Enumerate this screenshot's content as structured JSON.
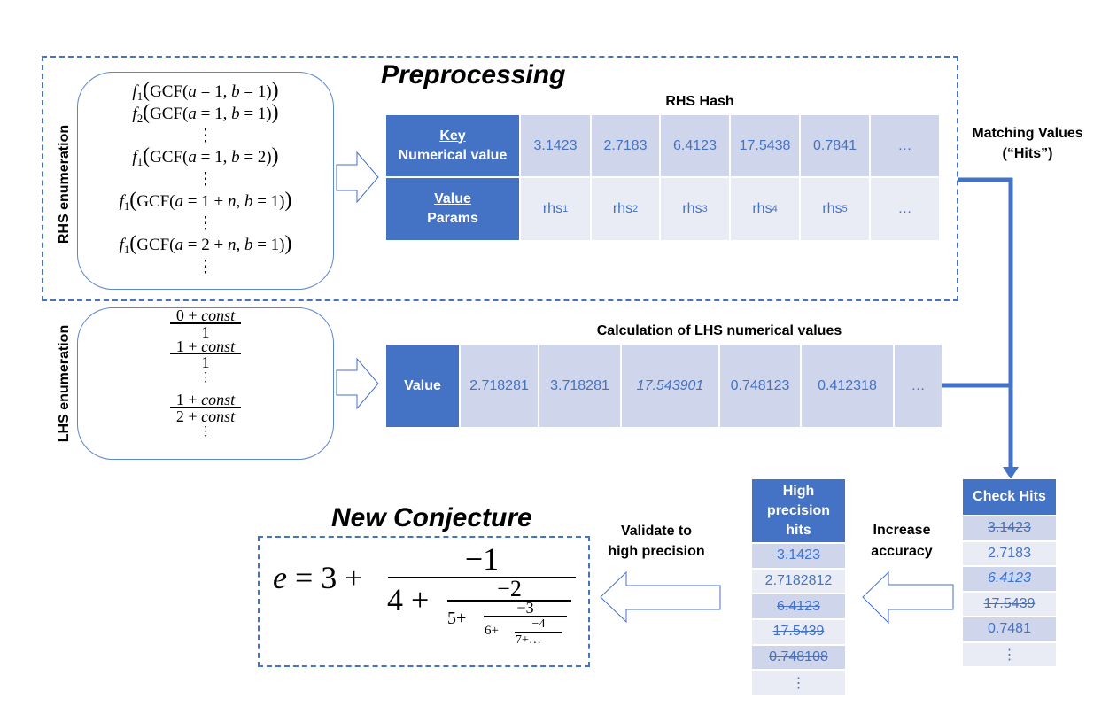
{
  "preprocessing": {
    "title": "Preprocessing"
  },
  "rhs_enumeration": {
    "label": "RHS enumeration",
    "items": [
      [
        {
          "t": "f",
          "s": "i"
        },
        {
          "t": "1",
          "s": "sub"
        },
        {
          "t": "(",
          "s": "big"
        },
        {
          "t": "GCF(",
          "s": ""
        },
        {
          "t": "a",
          "s": "i"
        },
        {
          "t": " = 1, ",
          "s": ""
        },
        {
          "t": "b",
          "s": "i"
        },
        {
          "t": " = 1)",
          "s": ""
        },
        {
          "t": ")",
          "s": "big"
        }
      ],
      [
        {
          "t": "f",
          "s": "i"
        },
        {
          "t": "2",
          "s": "sub"
        },
        {
          "t": "(",
          "s": "big"
        },
        {
          "t": "GCF(",
          "s": ""
        },
        {
          "t": "a",
          "s": "i"
        },
        {
          "t": " = 1, ",
          "s": ""
        },
        {
          "t": "b",
          "s": "i"
        },
        {
          "t": " = 1)",
          "s": ""
        },
        {
          "t": ")",
          "s": "big"
        }
      ],
      [
        {
          "t": "⋮",
          "s": ""
        }
      ],
      [
        {
          "t": "f",
          "s": "i"
        },
        {
          "t": "1",
          "s": "sub"
        },
        {
          "t": "(",
          "s": "big"
        },
        {
          "t": "GCF(",
          "s": ""
        },
        {
          "t": "a",
          "s": "i"
        },
        {
          "t": " = 1, ",
          "s": ""
        },
        {
          "t": "b",
          "s": "i"
        },
        {
          "t": " = 2)",
          "s": ""
        },
        {
          "t": ")",
          "s": "big"
        }
      ],
      [
        {
          "t": "⋮",
          "s": ""
        }
      ],
      [
        {
          "t": "f",
          "s": "i"
        },
        {
          "t": "1",
          "s": "sub"
        },
        {
          "t": "(",
          "s": "big"
        },
        {
          "t": "GCF(",
          "s": ""
        },
        {
          "t": "a",
          "s": "i"
        },
        {
          "t": " = 1 + ",
          "s": ""
        },
        {
          "t": "n",
          "s": "i"
        },
        {
          "t": ", ",
          "s": ""
        },
        {
          "t": "b",
          "s": "i"
        },
        {
          "t": " = 1)",
          "s": ""
        },
        {
          "t": ")",
          "s": "big"
        }
      ],
      [
        {
          "t": "⋮",
          "s": ""
        }
      ],
      [
        {
          "t": "f",
          "s": "i"
        },
        {
          "t": "1",
          "s": "sub"
        },
        {
          "t": "(",
          "s": "big"
        },
        {
          "t": "GCF(",
          "s": ""
        },
        {
          "t": "a",
          "s": "i"
        },
        {
          "t": " = 2 + ",
          "s": ""
        },
        {
          "t": "n",
          "s": "i"
        },
        {
          "t": ", ",
          "s": ""
        },
        {
          "t": "b",
          "s": "i"
        },
        {
          "t": " = 1)",
          "s": ""
        },
        {
          "t": ")",
          "s": "big"
        }
      ],
      [
        {
          "t": "⋮",
          "s": ""
        }
      ]
    ]
  },
  "rhs_hash": {
    "title": "RHS Hash",
    "key_header": {
      "title": "Key",
      "subtitle": "Numerical value"
    },
    "value_header": {
      "title": "Value",
      "subtitle": "Params"
    },
    "keys": [
      "3.1423",
      "2.7183",
      "6.4123",
      "17.5438",
      "0.7841",
      "…"
    ],
    "params": [
      {
        "base": "rhs",
        "sub": "1"
      },
      {
        "base": "rhs",
        "sub": "2"
      },
      {
        "base": "rhs",
        "sub": "3"
      },
      {
        "base": "rhs",
        "sub": "4"
      },
      {
        "base": "rhs",
        "sub": "5"
      },
      {
        "base": "…",
        "sub": ""
      }
    ]
  },
  "matching_values": {
    "line1": "Matching Values",
    "line2": "(“Hits”)"
  },
  "lhs_enumeration": {
    "label": "LHS enumeration",
    "items": [
      {
        "num": [
          {
            "t": "0 + ",
            "s": ""
          },
          {
            "t": "const",
            "s": "i"
          }
        ],
        "den": [
          {
            "t": "1",
            "s": ""
          }
        ]
      },
      {
        "num": [
          {
            "t": "1 + ",
            "s": ""
          },
          {
            "t": "const",
            "s": "i"
          }
        ],
        "den": [
          {
            "t": "1",
            "s": ""
          }
        ]
      },
      {
        "text": "⋮"
      },
      {
        "num": [
          {
            "t": "1 + ",
            "s": ""
          },
          {
            "t": "const",
            "s": "i"
          }
        ],
        "den": [
          {
            "t": "2 + ",
            "s": ""
          },
          {
            "t": "const",
            "s": "i"
          }
        ]
      },
      {
        "text": "⋮"
      }
    ]
  },
  "lhs_calculation": {
    "title": "Calculation of LHS numerical values",
    "header": "Value",
    "values": [
      {
        "text": "2.718281",
        "italic": false
      },
      {
        "text": "3.718281",
        "italic": false
      },
      {
        "text": "17.543901",
        "italic": true
      },
      {
        "text": "0.748123",
        "italic": false
      },
      {
        "text": "0.412318",
        "italic": false
      },
      {
        "text": "…",
        "italic": false
      }
    ]
  },
  "check_hits": {
    "header": "Check Hits",
    "rows": [
      {
        "text": "3.1423",
        "struck": true,
        "italic": false
      },
      {
        "text": "2.7183",
        "struck": false,
        "italic": false
      },
      {
        "text": "6.4123",
        "struck": true,
        "italic": true
      },
      {
        "text": "17.5439",
        "struck": true,
        "italic": false
      },
      {
        "text": "0.7481",
        "struck": false,
        "italic": false
      },
      {
        "text": "⋮",
        "struck": false,
        "italic": false
      }
    ]
  },
  "increase_accuracy": {
    "line1": "Increase",
    "line2": "accuracy"
  },
  "high_precision_hits": {
    "header_lines": [
      "High",
      "precision",
      "hits"
    ],
    "rows": [
      {
        "text": "3.1423",
        "struck": true
      },
      {
        "text": "2.7182812",
        "struck": false
      },
      {
        "text": "6.4123",
        "struck": true
      },
      {
        "text": "17.5439",
        "struck": true
      },
      {
        "text": "0.748108",
        "struck": true
      },
      {
        "text": "⋮",
        "struck": false
      }
    ]
  },
  "validate": {
    "line1": "Validate to",
    "line2": "high precision"
  },
  "new_conjecture": {
    "title": "New Conjecture",
    "formula": {
      "lhs": "e",
      "equals": "=",
      "integer": "3",
      "plus": "+",
      "levels": [
        {
          "num": "−1",
          "den": "4",
          "plus": "+"
        },
        {
          "num": "−2",
          "den": "5",
          "plus": "+"
        },
        {
          "num": "−3",
          "den": "6",
          "plus": "+"
        },
        {
          "num": "−4",
          "den": "7",
          "plus": "+"
        }
      ],
      "tail": "…"
    }
  },
  "colors": {
    "accent": "#4472C4",
    "row_dark": "#CFD5EA",
    "row_light": "#E9EBF5"
  }
}
